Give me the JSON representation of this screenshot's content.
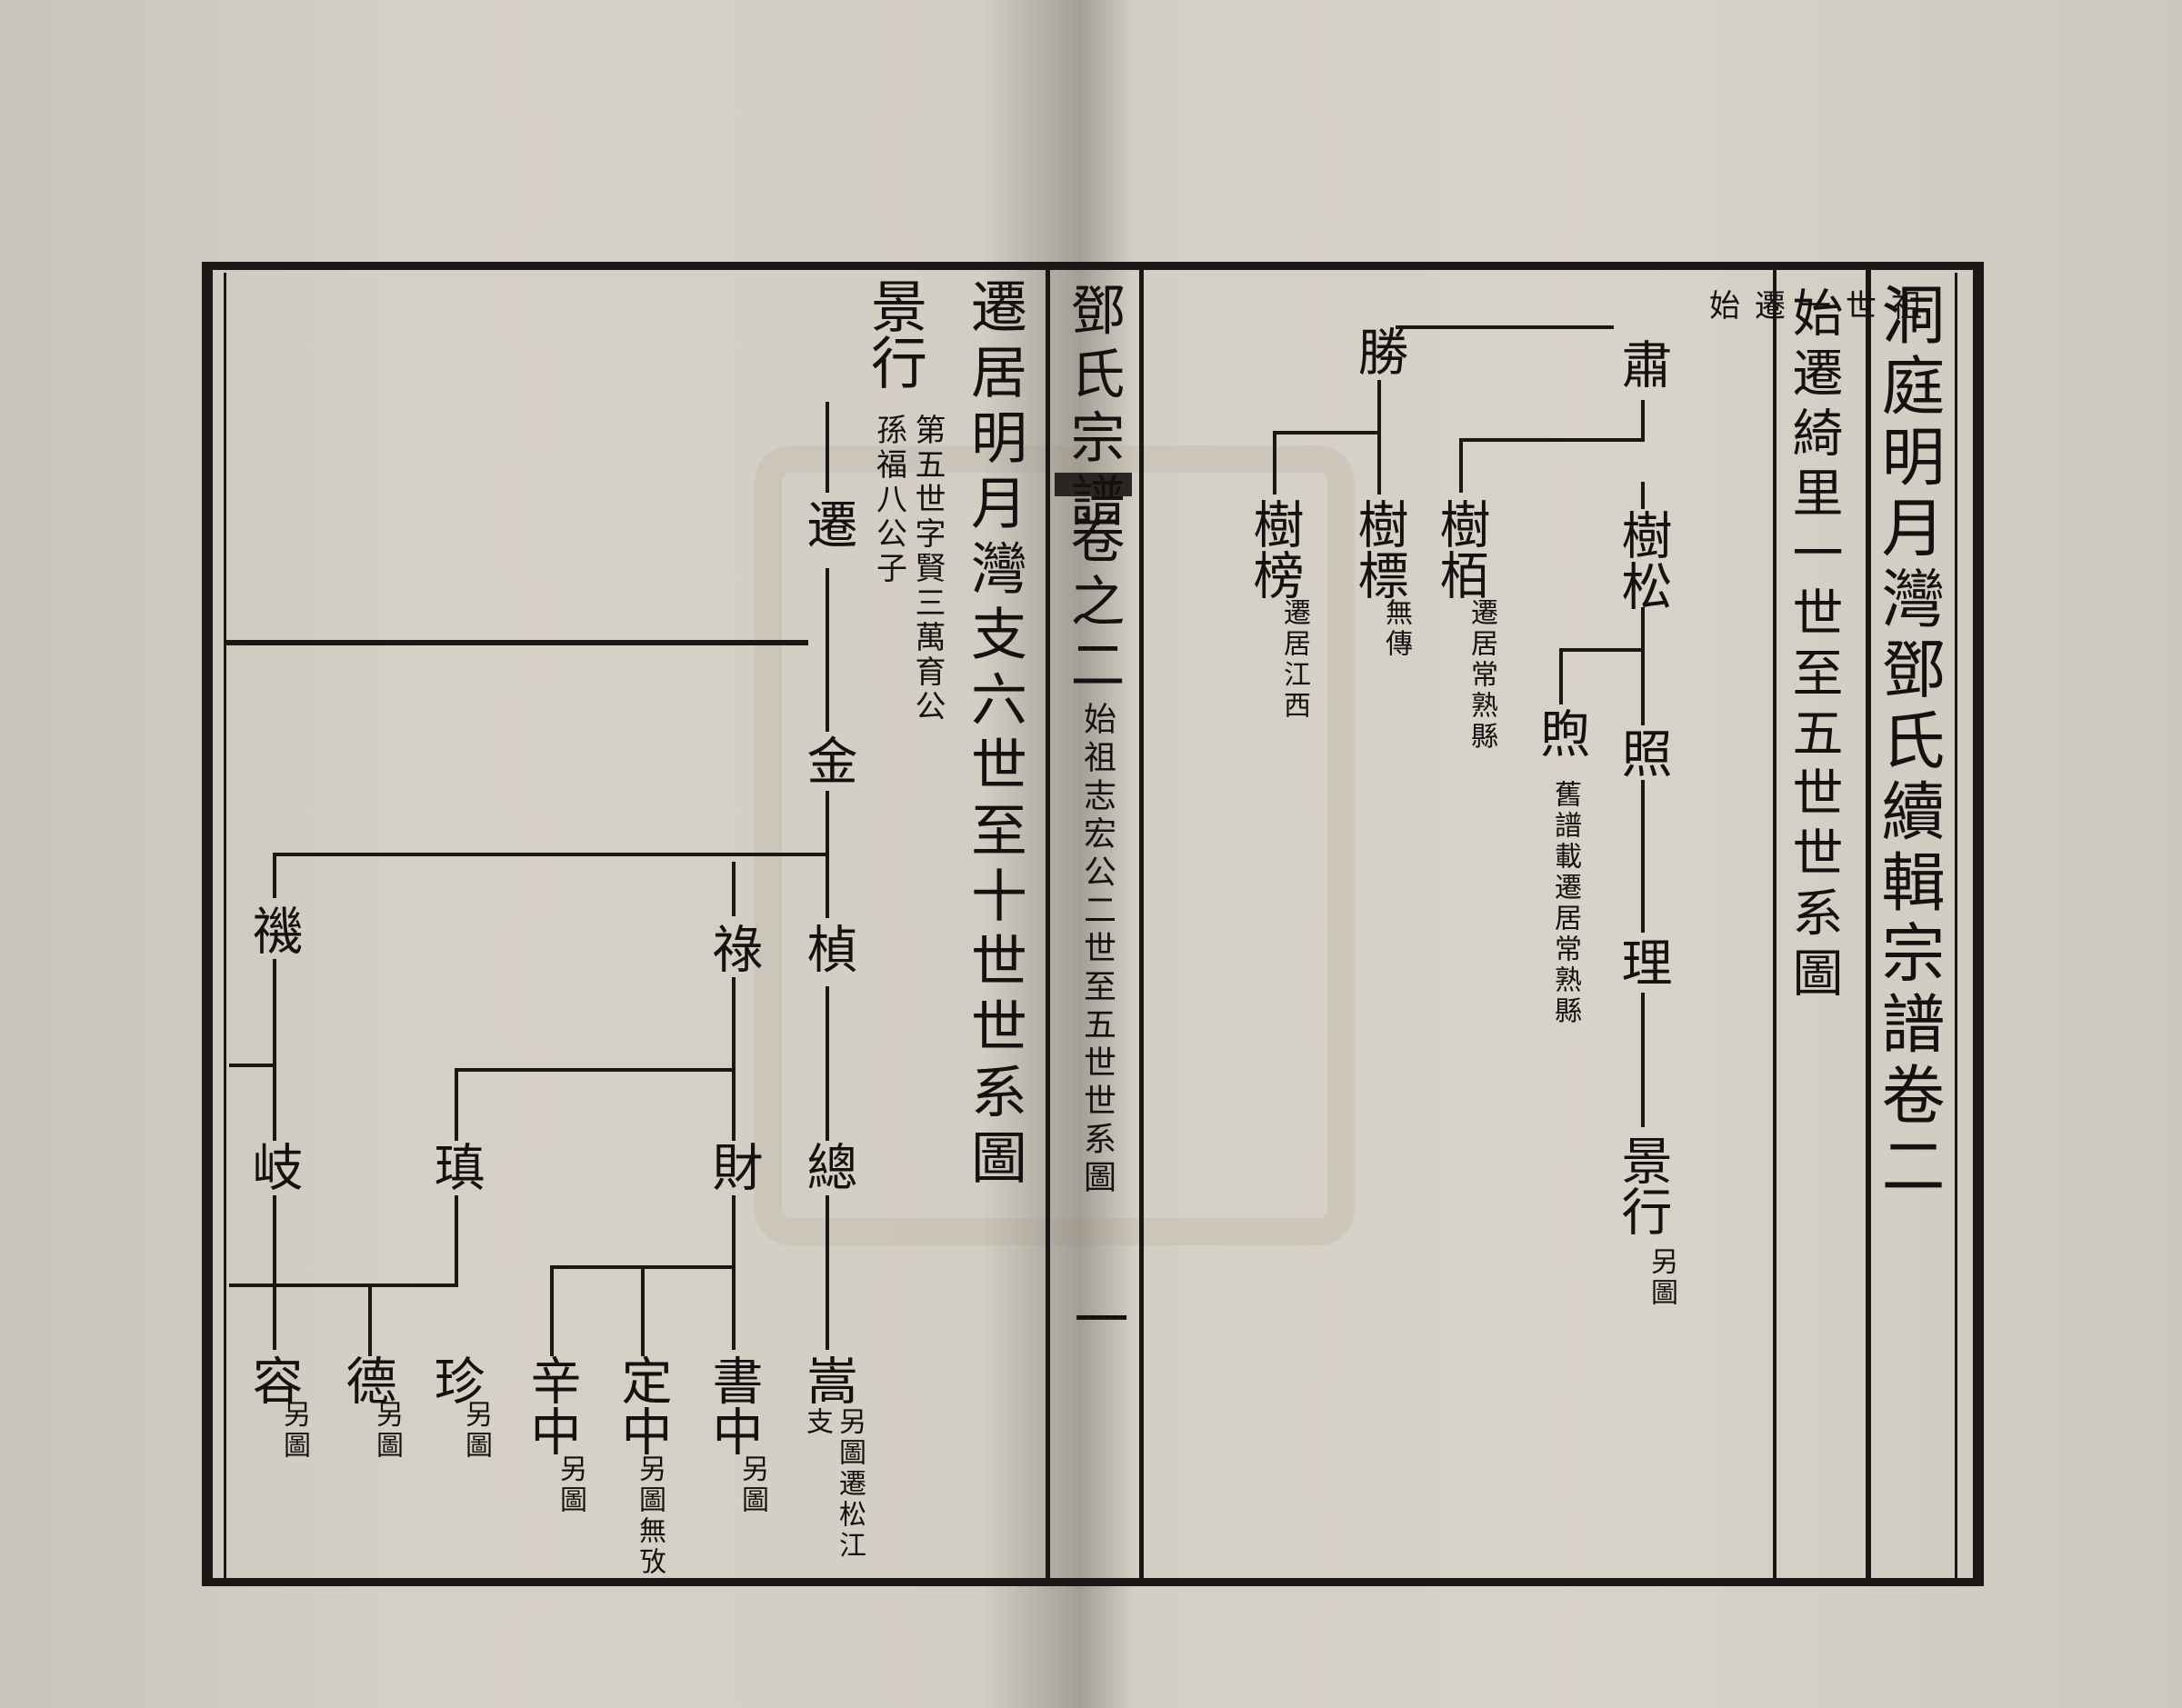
{
  "right_page": {
    "book_title": "洞庭明月灣鄧氏續輯宗譜卷二",
    "section_title": "始遷綺里一世至五世世系圖",
    "header_note": "始遷一世祖",
    "names": {
      "su": "肅",
      "sheng": "勝",
      "shusong": "樹松",
      "shubai": "樹栢",
      "shupiao": "樹標",
      "shubang": "樹榜",
      "zhao1": "照",
      "zhao2": "煦",
      "li": "理",
      "jingxing": "景行"
    },
    "notes": {
      "shubai": "遷居常熟縣",
      "shupiao": "無傳",
      "shubang": "遷居江西",
      "zhao2": "舊譜載遷居常熟縣",
      "jingxing": "另圖"
    }
  },
  "center_column": {
    "clan_title": "鄧氏宗譜",
    "volume": "卷之二",
    "subtitle": "始祖志宏公二世至五世世系圖",
    "folio": "一"
  },
  "left_page": {
    "section_title": "遷居明月灣支六世至十世世系圖",
    "root_name": "景行",
    "root_note": "第五世字賢三萬育公孫福八公子",
    "names": {
      "qian": "遷",
      "jin": "金",
      "zhen": "楨",
      "lu": "祿",
      "ji": "禨",
      "zong": "總",
      "cai": "財",
      "zhen2": "瑱",
      "qi": "岐",
      "song": "嵩",
      "shuzhong": "書中",
      "dingzhong": "定中",
      "xinzhong": "辛中",
      "zhen3": "珍",
      "de": "德",
      "rong": "容"
    },
    "notes": {
      "song": "另圖遷松江支",
      "shuzhong": "另圖",
      "dingzhong": "另圖無攷",
      "xinzhong": "另圖",
      "zhen3": "另圖",
      "de": "另圖",
      "rong": "另圖"
    }
  }
}
